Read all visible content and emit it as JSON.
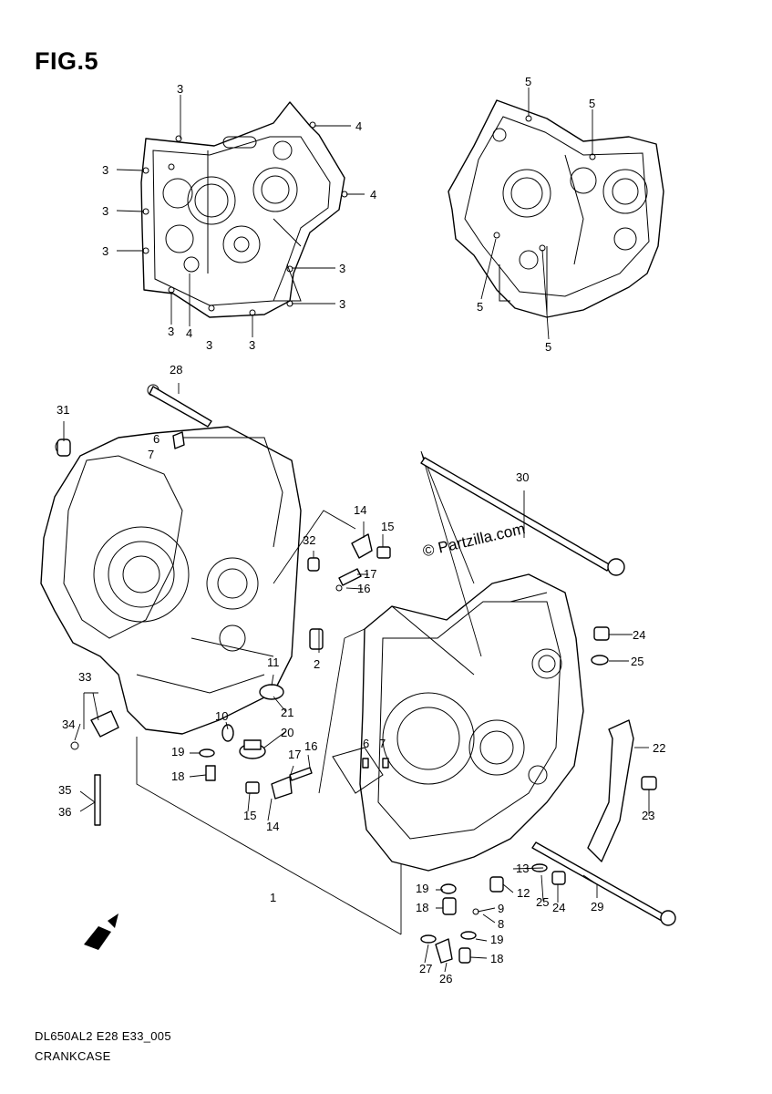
{
  "figure": {
    "title": "FIG.5"
  },
  "footer": {
    "code": "DL650AL2 E28 E33_005",
    "name": "CRANKCASE"
  },
  "watermark": {
    "text": "© Partzilla.com"
  },
  "top_left_labels": [
    "3",
    "4",
    "3",
    "4",
    "3",
    "3",
    "3",
    "3",
    "4",
    "3",
    "3",
    "3"
  ],
  "top_right_labels": [
    "5",
    "5",
    "5",
    "5"
  ],
  "callouts": {
    "c1": "1",
    "c2": "2",
    "c6a": "6",
    "c7a": "7",
    "c6b": "6",
    "c7b": "7",
    "c8": "8",
    "c9": "9",
    "c10": "10",
    "c11": "11",
    "c12": "12",
    "c13": "13",
    "c14a": "14",
    "c14b": "14",
    "c15a": "15",
    "c15b": "15",
    "c16a": "16",
    "c16b": "16",
    "c17a": "17",
    "c17b": "17",
    "c18a": "18",
    "c18b": "18",
    "c18c": "18",
    "c19a": "19",
    "c19b": "19",
    "c19c": "19",
    "c20": "20",
    "c21": "21",
    "c22": "22",
    "c23": "23",
    "c24a": "24",
    "c24b": "24",
    "c25a": "25",
    "c25b": "25",
    "c26": "26",
    "c27": "27",
    "c28": "28",
    "c29": "29",
    "c30": "30",
    "c31": "31",
    "c32": "32",
    "c33": "33",
    "c34": "34",
    "c35": "35",
    "c36": "36"
  }
}
